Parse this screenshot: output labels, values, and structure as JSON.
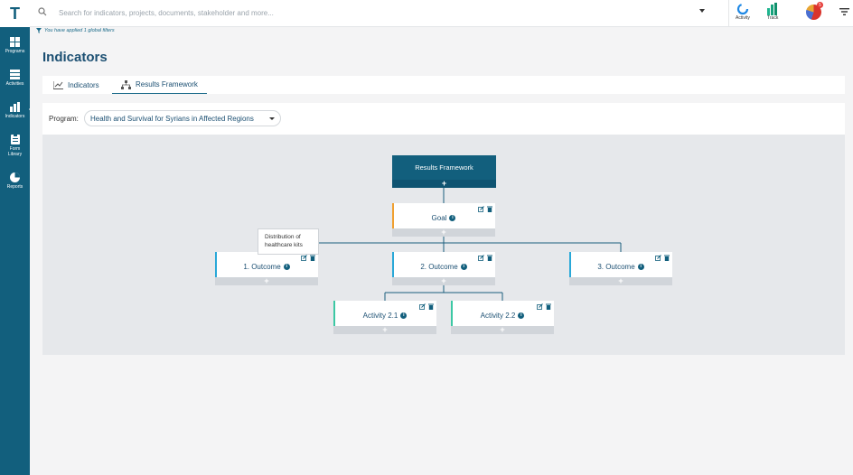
{
  "app": {
    "logo_letter": "T"
  },
  "nav": {
    "items": [
      {
        "label": "Programs",
        "icon": "grid-icon"
      },
      {
        "label": "Activities",
        "icon": "stack-icon"
      },
      {
        "label": "Indicators",
        "icon": "bar-chart-icon"
      },
      {
        "label": "Form Library",
        "icon": "clipboard-icon"
      },
      {
        "label": "Reports",
        "icon": "pie-icon"
      }
    ],
    "active": "Indicators"
  },
  "topbar": {
    "search_placeholder": "Search for indicators, projects, documents, stakeholder and more...",
    "tools": [
      {
        "label": "Activity",
        "icon": "activity-icon"
      },
      {
        "label": "Track",
        "icon": "track-icon"
      }
    ],
    "notification_count": "5"
  },
  "filter_note": "You have applied 1 global filters",
  "page_title": "Indicators",
  "tabs": [
    {
      "label": "Indicators",
      "icon": "chart-line-icon",
      "active": false
    },
    {
      "label": "Results Framework",
      "icon": "hierarchy-icon",
      "active": true
    }
  ],
  "program": {
    "label": "Program:",
    "selected": "Health and Survival for Syrians in Affected Regions"
  },
  "framework": {
    "root": {
      "title": "Results Framework",
      "add": "+"
    },
    "goal": {
      "title": "Goal",
      "add": "+",
      "accent": "#f0a030"
    },
    "outcomes": [
      {
        "title": "1. Outcome",
        "add": "+",
        "accent": "#29a8d8"
      },
      {
        "title": "2. Outcome",
        "add": "+",
        "accent": "#29a8d8"
      },
      {
        "title": "3. Outcome",
        "add": "+",
        "accent": "#29a8d8"
      }
    ],
    "activities": [
      {
        "title": "Activity 2.1",
        "add": "+",
        "accent": "#3cc8a4"
      },
      {
        "title": "Activity 2.2",
        "add": "+",
        "accent": "#3cc8a4"
      }
    ],
    "info_glyph": "i",
    "tooltip": "Distribution of healthcare kits"
  },
  "colors": {
    "primary": "#125f7d",
    "goal_accent": "#f0a030",
    "outcome_accent": "#29a8d8",
    "activity_accent": "#3cc8a4"
  }
}
